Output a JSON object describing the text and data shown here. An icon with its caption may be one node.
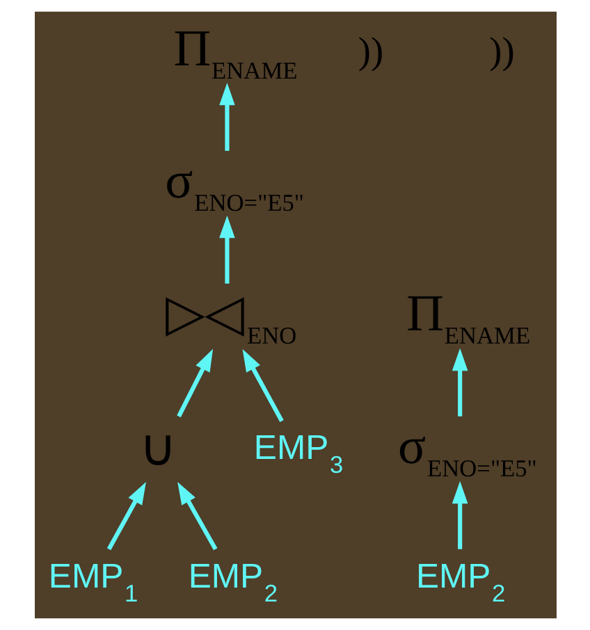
{
  "diagram": {
    "nodes": [
      {
        "text": [
          "Π$_{ENAME}$"
        ]
      },
      {
        "text": [
          "σ$_{ENO=\"E5\"}$"
        ]
      },
      {
        "text": [
          "▷◁$_{ENO}$"
        ]
      },
      {
        "text": [
          "∪"
        ]
      },
      {
        "text": [
          "EMP$_{1}$"
        ]
      },
      {
        "text": [
          "EMP$_{2}$"
        ]
      },
      {
        "text": [
          "EMP$_{3}$"
        ]
      },
      {
        "text": [
          "Π$_{ENAME}$"
        ]
      },
      {
        "text": [
          "σ$_{ENO=\"E5\"}$"
        ]
      },
      {
        "text": [
          "EMP$_{2}$"
        ]
      }
    ],
    "edges": [
      {
        "from": 1,
        "to": 0,
        "arrow": "to"
      },
      {
        "from": 2,
        "to": 1,
        "arrow": "to"
      },
      {
        "from": 3,
        "to": 2,
        "arrow": "to"
      },
      {
        "from": 6,
        "to": 2,
        "arrow": "to"
      },
      {
        "from": 4,
        "to": 3,
        "arrow": "to"
      },
      {
        "from": 5,
        "to": 3,
        "arrow": "to"
      },
      {
        "from": 9,
        "to": 8,
        "arrow": "to"
      },
      {
        "from": 8,
        "to": 7,
        "arrow": "to"
      }
    ],
    "labels": [
      "))",
      "))"
    ]
  }
}
